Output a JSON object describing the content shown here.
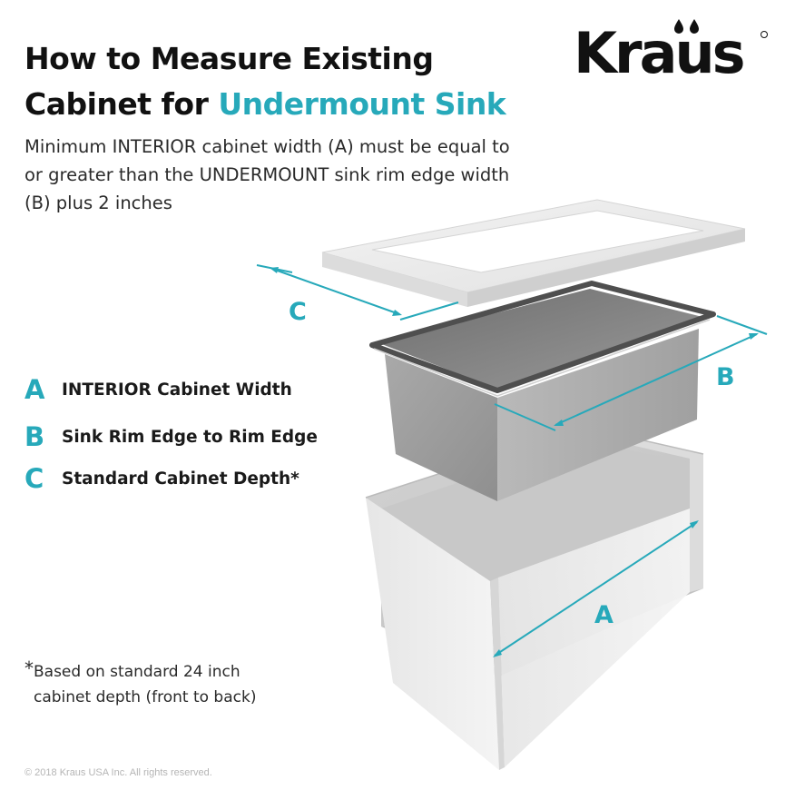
{
  "header": {
    "title_line1": "How to Measure Existing",
    "title_line2_prefix": "Cabinet for ",
    "title_line2_accent": "Undermount Sink"
  },
  "brand": {
    "name": "Kraus",
    "accent_color": "#27a9ba"
  },
  "intro": {
    "text": "Minimum INTERIOR cabinet width (A) must be equal to or greater than the UNDERMOUNT sink rim edge width (B) plus 2 inches"
  },
  "legend": [
    {
      "letter": "A",
      "label": "INTERIOR Cabinet Width"
    },
    {
      "letter": "B",
      "label": "Sink Rim Edge to Rim Edge"
    },
    {
      "letter": "C",
      "label": "Standard Cabinet Depth*"
    }
  ],
  "diagram": {
    "label_a": "A",
    "label_b": "B",
    "label_c": "C"
  },
  "footnote": {
    "star": "*",
    "line1": "Based on standard 24 inch",
    "line2": "cabinet depth (front to back)"
  },
  "footer": {
    "copyright": "© 2018 Kraus USA Inc. All rights reserved."
  }
}
